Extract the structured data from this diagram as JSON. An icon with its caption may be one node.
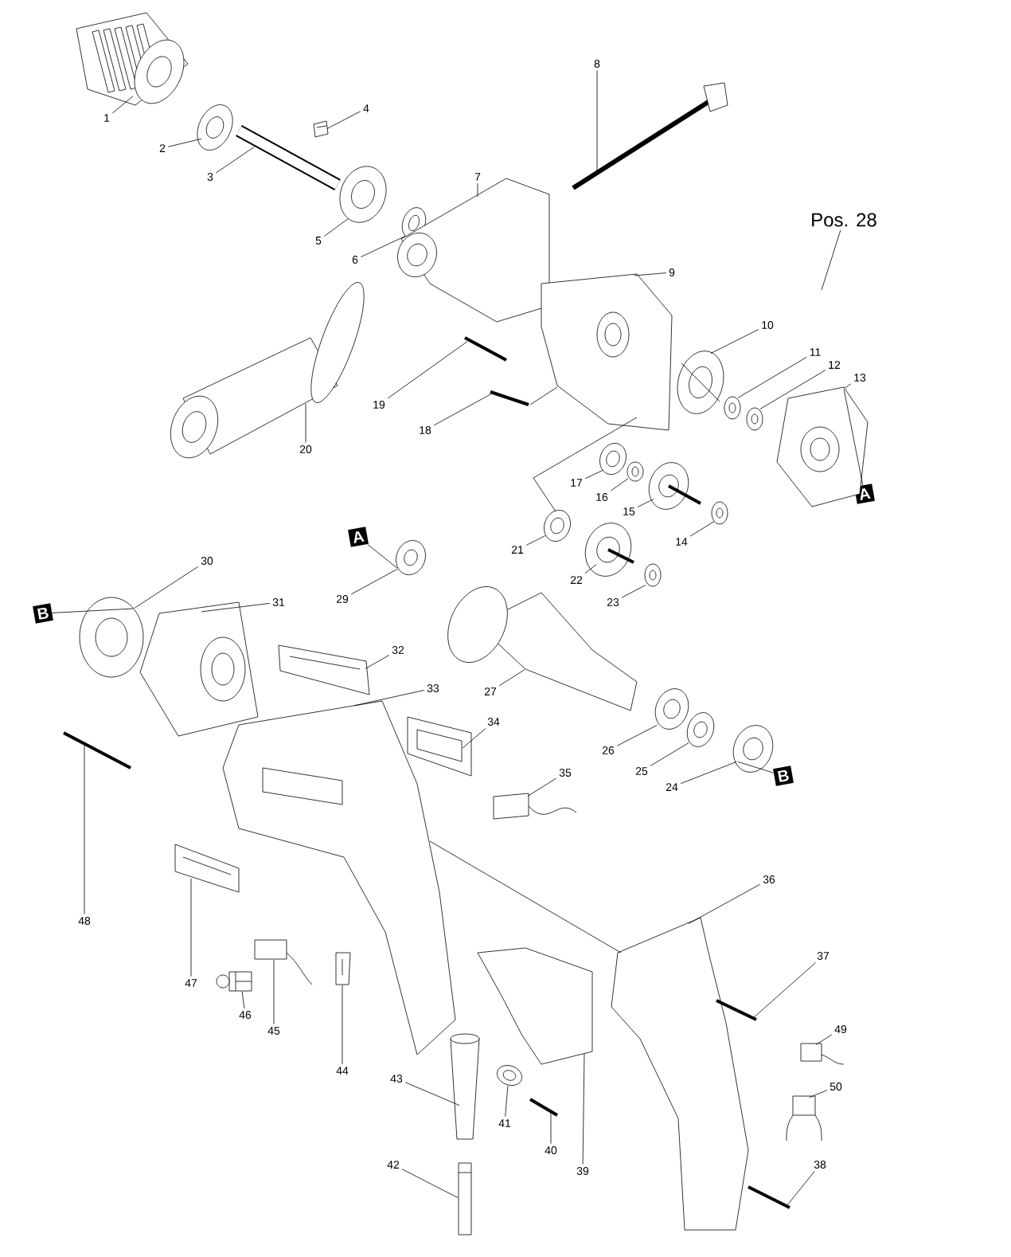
{
  "diagram": {
    "nodes": [
      {
        "text": [
          "1"
        ]
      },
      {
        "text": [
          "2"
        ]
      },
      {
        "text": [
          "3"
        ]
      },
      {
        "text": [
          "4"
        ]
      },
      {
        "text": [
          "5"
        ]
      },
      {
        "text": [
          "6"
        ]
      },
      {
        "text": [
          "7"
        ]
      },
      {
        "text": [
          "8"
        ]
      },
      {
        "text": [
          "9"
        ]
      },
      {
        "text": [
          "10"
        ]
      },
      {
        "text": [
          "11"
        ]
      },
      {
        "text": [
          "12"
        ]
      },
      {
        "text": [
          "13"
        ]
      },
      {
        "text": [
          "14"
        ]
      },
      {
        "text": [
          "15"
        ]
      },
      {
        "text": [
          "16"
        ]
      },
      {
        "text": [
          "17"
        ]
      },
      {
        "text": [
          "18"
        ]
      },
      {
        "text": [
          "19"
        ]
      },
      {
        "text": [
          "20"
        ]
      },
      {
        "text": [
          "21"
        ]
      },
      {
        "text": [
          "22"
        ]
      },
      {
        "text": [
          "23"
        ]
      },
      {
        "text": [
          "24"
        ]
      },
      {
        "text": [
          "25"
        ]
      },
      {
        "text": [
          "26"
        ]
      },
      {
        "text": [
          "27"
        ]
      },
      {
        "text": [
          "29"
        ]
      },
      {
        "text": [
          "30"
        ]
      },
      {
        "text": [
          "31"
        ]
      },
      {
        "text": [
          "32"
        ]
      },
      {
        "text": [
          "33"
        ]
      },
      {
        "text": [
          "34"
        ]
      },
      {
        "text": [
          "35"
        ]
      },
      {
        "text": [
          "36"
        ]
      },
      {
        "text": [
          "37"
        ]
      },
      {
        "text": [
          "38"
        ]
      },
      {
        "text": [
          "39"
        ]
      },
      {
        "text": [
          "40"
        ]
      },
      {
        "text": [
          "41"
        ]
      },
      {
        "text": [
          "42"
        ]
      },
      {
        "text": [
          "43"
        ]
      },
      {
        "text": [
          "44"
        ]
      },
      {
        "text": [
          "45"
        ]
      },
      {
        "text": [
          "46"
        ]
      },
      {
        "text": [
          "47"
        ]
      },
      {
        "text": [
          "48"
        ]
      },
      {
        "text": [
          "49"
        ]
      },
      {
        "text": [
          "50"
        ]
      },
      {
        "text": [
          "Pos. 28"
        ]
      },
      {
        "text": [
          "A"
        ]
      },
      {
        "text": [
          "A"
        ]
      },
      {
        "text": [
          "B"
        ]
      },
      {
        "text": [
          "B"
        ]
      },
      {
        "text": [],
        "shape": "picture"
      },
      {
        "text": [],
        "shape": "picture"
      },
      {
        "text": [],
        "shape": "picture"
      },
      {
        "text": [],
        "shape": "picture"
      },
      {
        "text": [],
        "shape": "picture"
      },
      {
        "text": [],
        "shape": "picture"
      },
      {
        "text": [],
        "shape": "picture"
      },
      {
        "text": [],
        "shape": "picture"
      },
      {
        "text": [],
        "shape": "picture"
      },
      {
        "text": [],
        "shape": "picture"
      },
      {
        "text": [],
        "shape": "picture"
      },
      {
        "text": [],
        "shape": "picture"
      },
      {
        "text": [],
        "shape": "picture"
      },
      {
        "text": [],
        "shape": "picture"
      },
      {
        "text": [],
        "shape": "picture"
      },
      {
        "text": [],
        "shape": "picture"
      },
      {
        "text": [],
        "shape": "picture"
      },
      {
        "text": [],
        "shape": "picture"
      },
      {
        "text": [],
        "shape": "picture"
      },
      {
        "text": [],
        "shape": "picture"
      },
      {
        "text": [],
        "shape": "picture"
      },
      {
        "text": [],
        "shape": "picture"
      },
      {
        "text": [],
        "shape": "picture"
      },
      {
        "text": [],
        "shape": "picture"
      },
      {
        "text": [],
        "shape": "picture"
      },
      {
        "text": [],
        "shape": "picture"
      },
      {
        "text": [],
        "shape": "picture"
      },
      {
        "text": [],
        "shape": "picture"
      },
      {
        "text": [],
        "shape": "picture"
      },
      {
        "text": [],
        "shape": "picture"
      },
      {
        "text": [],
        "shape": "picture"
      },
      {
        "text": [],
        "shape": "picture"
      },
      {
        "text": [],
        "shape": "picture"
      },
      {
        "text": [],
        "shape": "picture"
      },
      {
        "text": [],
        "shape": "picture"
      },
      {
        "text": [],
        "shape": "picture"
      },
      {
        "text": [],
        "shape": "picture"
      },
      {
        "text": [],
        "shape": "picture"
      },
      {
        "text": [],
        "shape": "picture"
      },
      {
        "text": [],
        "shape": "picture"
      },
      {
        "text": [],
        "shape": "picture"
      },
      {
        "text": [],
        "shape": "picture"
      },
      {
        "text": [],
        "shape": "picture"
      },
      {
        "text": [],
        "shape": "picture"
      },
      {
        "text": [],
        "shape": "picture"
      },
      {
        "text": [],
        "shape": "picture"
      },
      {
        "text": [],
        "shape": "picture"
      },
      {
        "text": [],
        "shape": "picture"
      },
      {
        "text": [],
        "shape": "picture"
      }
    ],
    "edges": [
      {
        "from": 0,
        "to": 54,
        "arrow": "none"
      },
      {
        "from": 1,
        "to": 55,
        "arrow": "none"
      },
      {
        "from": 2,
        "to": 56,
        "arrow": "none"
      },
      {
        "from": 3,
        "to": 57,
        "arrow": "none"
      },
      {
        "from": 4,
        "to": 58,
        "arrow": "none"
      },
      {
        "from": 5,
        "to": 59,
        "arrow": "none"
      },
      {
        "from": 6,
        "to": 60,
        "arrow": "none"
      },
      {
        "from": 7,
        "to": 61,
        "arrow": "none"
      },
      {
        "from": 8,
        "to": 62,
        "arrow": "none"
      },
      {
        "from": 9,
        "to": 63,
        "arrow": "none"
      },
      {
        "from": 10,
        "to": 64,
        "arrow": "none"
      },
      {
        "from": 11,
        "to": 65,
        "arrow": "none"
      },
      {
        "from": 12,
        "to": 66,
        "arrow": "none"
      },
      {
        "from": 13,
        "to": 67,
        "arrow": "none"
      },
      {
        "from": 14,
        "to": 68,
        "arrow": "none"
      },
      {
        "from": 15,
        "to": 69,
        "arrow": "none"
      },
      {
        "from": 16,
        "to": 70,
        "arrow": "none"
      },
      {
        "from": 17,
        "to": 71,
        "arrow": "none"
      },
      {
        "from": 18,
        "to": 72,
        "arrow": "none"
      },
      {
        "from": 19,
        "to": 73,
        "arrow": "none"
      },
      {
        "from": 20,
        "to": 74,
        "arrow": "none"
      },
      {
        "from": 21,
        "to": 75,
        "arrow": "none"
      },
      {
        "from": 22,
        "to": 76,
        "arrow": "none"
      },
      {
        "from": 23,
        "to": 77,
        "arrow": "none"
      },
      {
        "from": 24,
        "to": 78,
        "arrow": "none"
      },
      {
        "from": 25,
        "to": 79,
        "arrow": "none"
      },
      {
        "from": 26,
        "to": 80,
        "arrow": "none"
      },
      {
        "from": 27,
        "to": 81,
        "arrow": "none"
      },
      {
        "from": 28,
        "to": 82,
        "arrow": "none"
      },
      {
        "from": 29,
        "to": 83,
        "arrow": "none"
      },
      {
        "from": 30,
        "to": 84,
        "arrow": "none"
      },
      {
        "from": 31,
        "to": 85,
        "arrow": "none"
      },
      {
        "from": 32,
        "to": 86,
        "arrow": "none"
      },
      {
        "from": 33,
        "to": 87,
        "arrow": "none"
      },
      {
        "from": 34,
        "to": 88,
        "arrow": "none"
      },
      {
        "from": 35,
        "to": 89,
        "arrow": "none"
      },
      {
        "from": 36,
        "to": 90,
        "arrow": "none"
      },
      {
        "from": 37,
        "to": 91,
        "arrow": "none"
      },
      {
        "from": 38,
        "to": 92,
        "arrow": "none"
      },
      {
        "from": 39,
        "to": 93,
        "arrow": "none"
      },
      {
        "from": 40,
        "to": 94,
        "arrow": "none"
      },
      {
        "from": 41,
        "to": 95,
        "arrow": "none"
      },
      {
        "from": 42,
        "to": 96,
        "arrow": "none"
      },
      {
        "from": 43,
        "to": 97,
        "arrow": "none"
      },
      {
        "from": 44,
        "to": 98,
        "arrow": "none"
      },
      {
        "from": 45,
        "to": 99,
        "arrow": "none"
      },
      {
        "from": 46,
        "to": 100,
        "arrow": "none"
      },
      {
        "from": 47,
        "to": 101,
        "arrow": "none"
      },
      {
        "from": 48,
        "to": 102,
        "arrow": "none"
      },
      {
        "from": 49,
        "to": null,
        "arrow": "none"
      },
      {
        "from": 50,
        "to": 81,
        "arrow": "none"
      },
      {
        "from": 51,
        "to": 66,
        "arrow": "none"
      },
      {
        "from": 52,
        "to": 82,
        "arrow": "none"
      },
      {
        "from": 53,
        "to": 77,
        "arrow": "none"
      },
      {
        "from": 62,
        "to": 74,
        "arrow": "none"
      },
      {
        "from": 71,
        "to": 62,
        "arrow": "none"
      },
      {
        "from": 85,
        "to": 88,
        "arrow": "none"
      }
    ]
  }
}
